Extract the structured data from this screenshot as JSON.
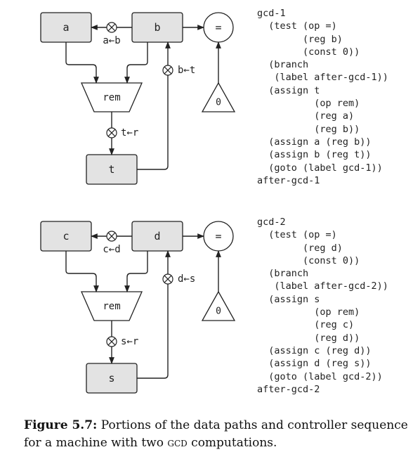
{
  "paths": [
    {
      "reg_left": "a",
      "reg_right": "b",
      "reg_temp": "t",
      "op_rem": "rem",
      "op_test": "=",
      "const_zero": "0",
      "assign_left_label": "a←b",
      "assign_right_label": "b←t",
      "assign_temp_label": "t←r"
    },
    {
      "reg_left": "c",
      "reg_right": "d",
      "reg_temp": "s",
      "op_rem": "rem",
      "op_test": "=",
      "const_zero": "0",
      "assign_left_label": "c←d",
      "assign_right_label": "d←s",
      "assign_temp_label": "s←r"
    }
  ],
  "controller_1": [
    "gcd-1",
    "  (test (op =)",
    "        (reg b)",
    "        (const 0))",
    "  (branch",
    "   (label after-gcd-1))",
    "  (assign t",
    "          (op rem)",
    "          (reg a)",
    "          (reg b))",
    "  (assign a (reg b))",
    "  (assign b (reg t))",
    "  (goto (label gcd-1))",
    "after-gcd-1"
  ],
  "controller_2": [
    "gcd-2",
    "  (test (op =)",
    "        (reg d)",
    "        (const 0))",
    "  (branch",
    "   (label after-gcd-2))",
    "  (assign s",
    "          (op rem)",
    "          (reg c)",
    "          (reg d))",
    "  (assign c (reg d))",
    "  (assign d (reg s))",
    "  (goto (label gcd-2))",
    "after-gcd-2"
  ],
  "caption": {
    "figure_label": "Figure 5.7:",
    "text_before": " Portions of the data paths and controller sequence for a machine with two ",
    "smallcaps": "gcd",
    "text_after": " computations."
  }
}
